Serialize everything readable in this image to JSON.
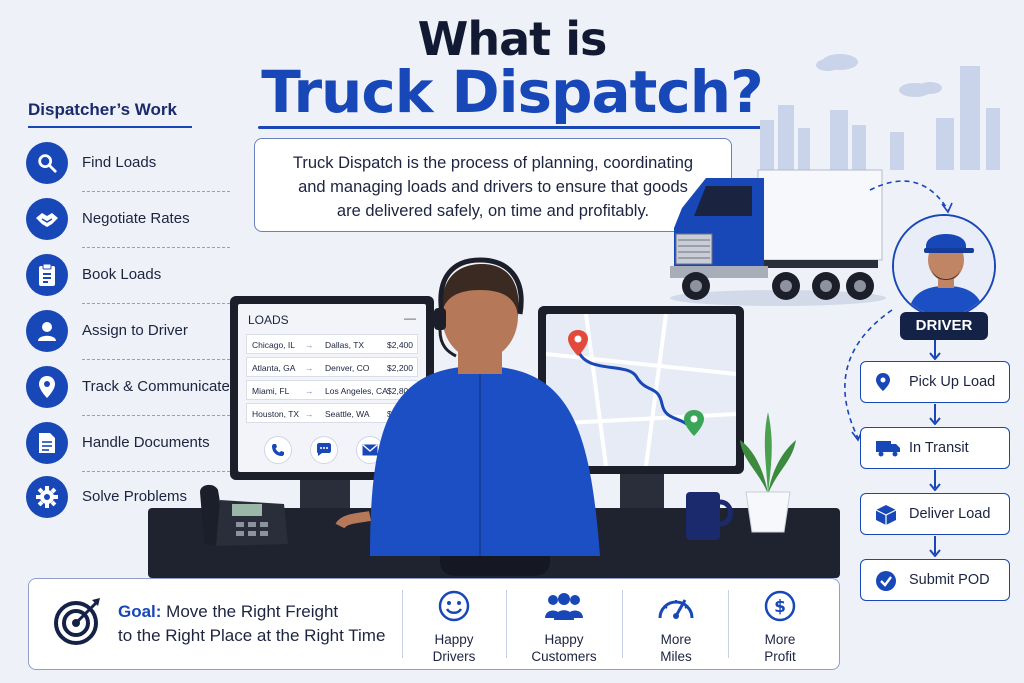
{
  "title": {
    "line1": "What is",
    "line2": "Truck Dispatch?"
  },
  "description": [
    "Truck Dispatch is the process of planning, coordinating",
    "and managing loads and drivers to ensure that goods",
    "are delivered safely, on time and profitably."
  ],
  "sidebar": {
    "heading": "Dispatcher’s Work",
    "items": [
      {
        "label": "Find Loads",
        "icon": "search-icon"
      },
      {
        "label": "Negotiate Rates",
        "icon": "handshake-icon"
      },
      {
        "label": "Book Loads",
        "icon": "clipboard-icon"
      },
      {
        "label": "Assign to Driver",
        "icon": "user-icon"
      },
      {
        "label": "Track & Communicate",
        "icon": "location-pin-icon"
      },
      {
        "label": "Handle Documents",
        "icon": "document-icon"
      },
      {
        "label": "Solve Problems",
        "icon": "gear-icon"
      }
    ]
  },
  "loads_screen": {
    "heading": "LOADS",
    "minimize": "—",
    "rows": [
      {
        "from": "Chicago, IL",
        "to": "Dallas, TX",
        "price": "$2,400"
      },
      {
        "from": "Atlanta, GA",
        "to": "Denver, CO",
        "price": "$2,200"
      },
      {
        "from": "Miami, FL",
        "to": "Los Angeles, CA",
        "price": "$2,800"
      },
      {
        "from": "Houston, TX",
        "to": "Seattle, WA",
        "price": "$2,600"
      }
    ],
    "arrow": "→",
    "actions": [
      "phone-icon",
      "chat-icon",
      "mail-icon"
    ]
  },
  "workflow": {
    "driver_label": "DRIVER",
    "steps": [
      {
        "label": "Pick Up Load",
        "icon": "location-pin-icon"
      },
      {
        "label": "In Transit",
        "icon": "truck-icon"
      },
      {
        "label": "Deliver Load",
        "icon": "box-icon"
      },
      {
        "label": "Submit POD",
        "icon": "check-circle-icon"
      }
    ]
  },
  "goal": {
    "label": "Goal:",
    "line1_rest": " Move the Right Freight",
    "line2": "to the Right Place at the Right Time",
    "icon": "target-icon"
  },
  "metrics": [
    {
      "line1": "Happy",
      "line2": "Drivers",
      "icon": "smile-icon"
    },
    {
      "line1": "Happy",
      "line2": "Customers",
      "icon": "people-icon"
    },
    {
      "line1": "More",
      "line2": "Miles",
      "icon": "speedometer-icon"
    },
    {
      "line1": "More",
      "line2": "Profit",
      "icon": "dollar-icon"
    }
  ],
  "colors": {
    "primary": "#1847b8",
    "dark": "#152247",
    "background": "#eef1f7"
  }
}
